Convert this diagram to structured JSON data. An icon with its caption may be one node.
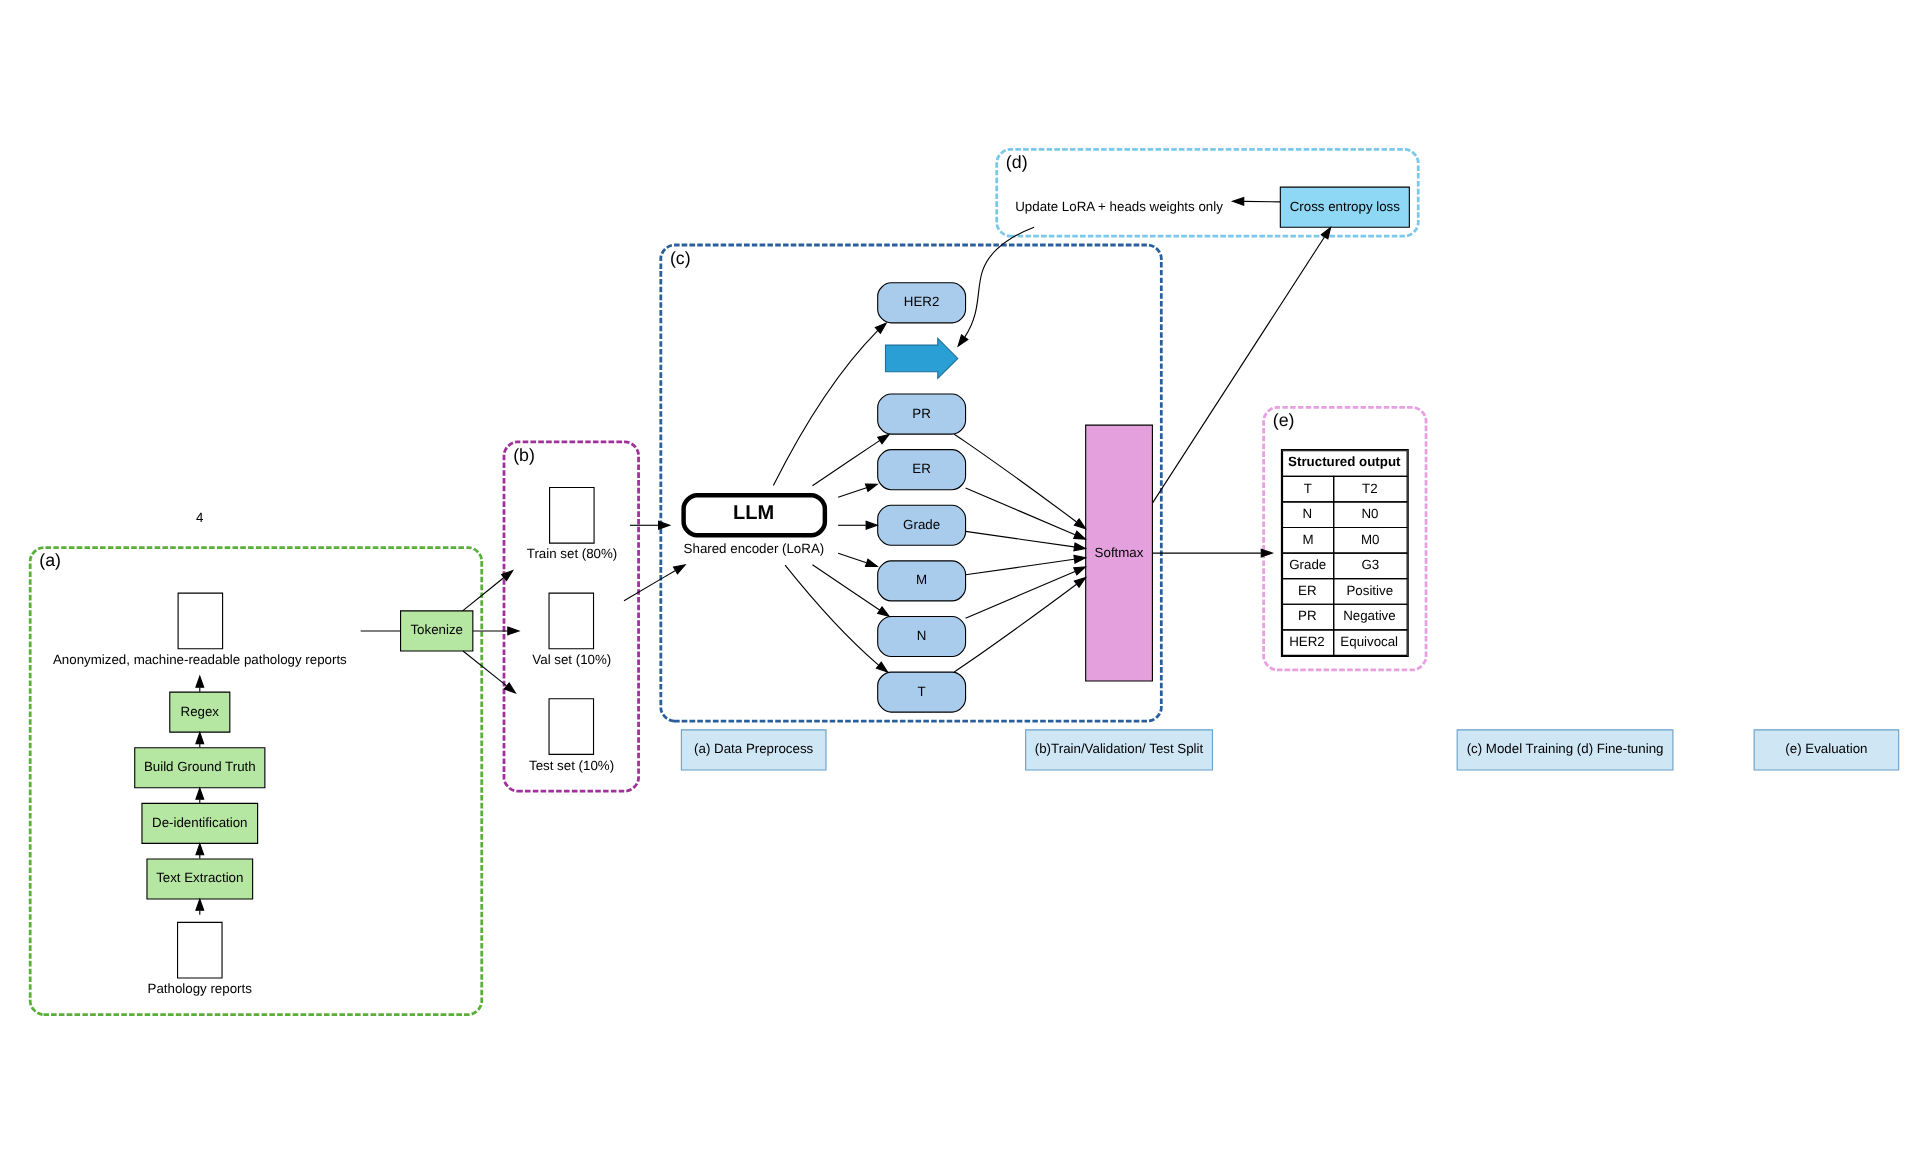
{
  "diagram": {
    "nodes": [
      {
        "text": [
          "(a)"
        ]
      },
      {
        "text": [],
        "shape": "document",
        "beside": [
          "Pathology reports"
        ],
        "in": 0
      },
      {
        "text": [
          "Text Extraction"
        ],
        "in": 0
      },
      {
        "text": [
          "De-identification"
        ],
        "in": 0
      },
      {
        "text": [
          "Build Ground Truth"
        ],
        "in": 0
      },
      {
        "text": [
          "Regex"
        ],
        "in": 0
      },
      {
        "text": [],
        "shape": "document",
        "beside": [
          "Anonymized, machine-readable pathology reports"
        ],
        "in": 0
      },
      {
        "text": [
          "Tokenize"
        ],
        "in": 0
      },
      {
        "text": [
          "(b)"
        ]
      },
      {
        "text": [],
        "shape": "document",
        "beside": [
          "Train set (80%)"
        ],
        "in": 8
      },
      {
        "text": [],
        "shape": "document",
        "beside": [
          "Val set (10%)"
        ],
        "in": 8
      },
      {
        "text": [],
        "shape": "document",
        "beside": [
          "Test set (10%)"
        ],
        "in": 8
      },
      {
        "text": [
          "(c)"
        ]
      },
      {
        "text": [
          "LLM",
          "Shared encoder (LoRA)"
        ],
        "in": 12
      },
      {
        "text": [],
        "shape": "arrow",
        "in": 12
      },
      {
        "text": [
          "T"
        ],
        "in": 12
      },
      {
        "text": [
          "N"
        ],
        "in": 12
      },
      {
        "text": [
          "M"
        ],
        "in": 12
      },
      {
        "text": [
          "Grade"
        ],
        "in": 12
      },
      {
        "text": [
          "ER"
        ],
        "in": 12
      },
      {
        "text": [
          "PR"
        ],
        "in": 12
      },
      {
        "text": [
          "HER2"
        ],
        "in": 12
      },
      {
        "text": [
          "Softmax"
        ],
        "in": 12
      },
      {
        "text": [
          "(d)"
        ]
      },
      {
        "text": [
          "Update LoRA + heads weights only"
        ],
        "in": 23
      },
      {
        "text": [
          "Cross entropy loss"
        ],
        "in": 23
      },
      {
        "text": [
          "(e)"
        ]
      },
      {
        "text": [
          "Structured output",
          "T",
          "T2",
          "N",
          "N0",
          "M",
          "M0",
          "Grade",
          "G3",
          "ER",
          "Positive",
          "PR",
          "Negative",
          "HER2",
          "Equivocal"
        ],
        "in": 26
      },
      {
        "text": [
          "(a) Data Preprocess"
        ]
      },
      {
        "text": [
          "(b)Train/Validation/ Test Split"
        ]
      },
      {
        "text": [
          "(c) Model Training (d) Fine-tuning"
        ]
      },
      {
        "text": [
          "(e) Evaluation"
        ]
      }
    ],
    "edges": [
      {
        "from": 1,
        "to": 2,
        "arrow": "to"
      },
      {
        "from": 2,
        "to": 3,
        "arrow": "to"
      },
      {
        "from": 3,
        "to": 4,
        "arrow": "to"
      },
      {
        "from": 4,
        "to": 5,
        "arrow": "to"
      },
      {
        "from": 5,
        "to": 6,
        "arrow": "to"
      },
      {
        "from": 6,
        "to": 7,
        "arrow": "none"
      },
      {
        "from": 7,
        "to": 9,
        "arrow": "to"
      },
      {
        "from": 7,
        "to": 10,
        "arrow": "to"
      },
      {
        "from": 7,
        "to": 11,
        "arrow": "to"
      },
      {
        "from": 9,
        "to": 13,
        "arrow": "to"
      },
      {
        "from": 10,
        "to": 13,
        "arrow": "to"
      },
      {
        "from": 13,
        "to": 15,
        "arrow": "to"
      },
      {
        "from": 13,
        "to": 16,
        "arrow": "to"
      },
      {
        "from": 13,
        "to": 17,
        "arrow": "to"
      },
      {
        "from": 13,
        "to": 18,
        "arrow": "to"
      },
      {
        "from": 13,
        "to": 19,
        "arrow": "to"
      },
      {
        "from": 13,
        "to": 20,
        "arrow": "to"
      },
      {
        "from": 13,
        "to": 21,
        "arrow": "to"
      },
      {
        "from": 15,
        "to": 22,
        "arrow": "to"
      },
      {
        "from": 16,
        "to": 22,
        "arrow": "to"
      },
      {
        "from": 17,
        "to": 22,
        "arrow": "to"
      },
      {
        "from": 18,
        "to": 22,
        "arrow": "to"
      },
      {
        "from": 19,
        "to": 22,
        "arrow": "to"
      },
      {
        "from": 20,
        "to": 22,
        "arrow": "to"
      },
      {
        "from": 22,
        "to": 27,
        "arrow": "to"
      },
      {
        "from": 22,
        "to": 25,
        "arrow": "to"
      },
      {
        "from": 25,
        "to": 24,
        "arrow": "to"
      },
      {
        "from": 24,
        "to": 14,
        "arrow": "to"
      }
    ],
    "labels": [
      "4"
    ]
  }
}
